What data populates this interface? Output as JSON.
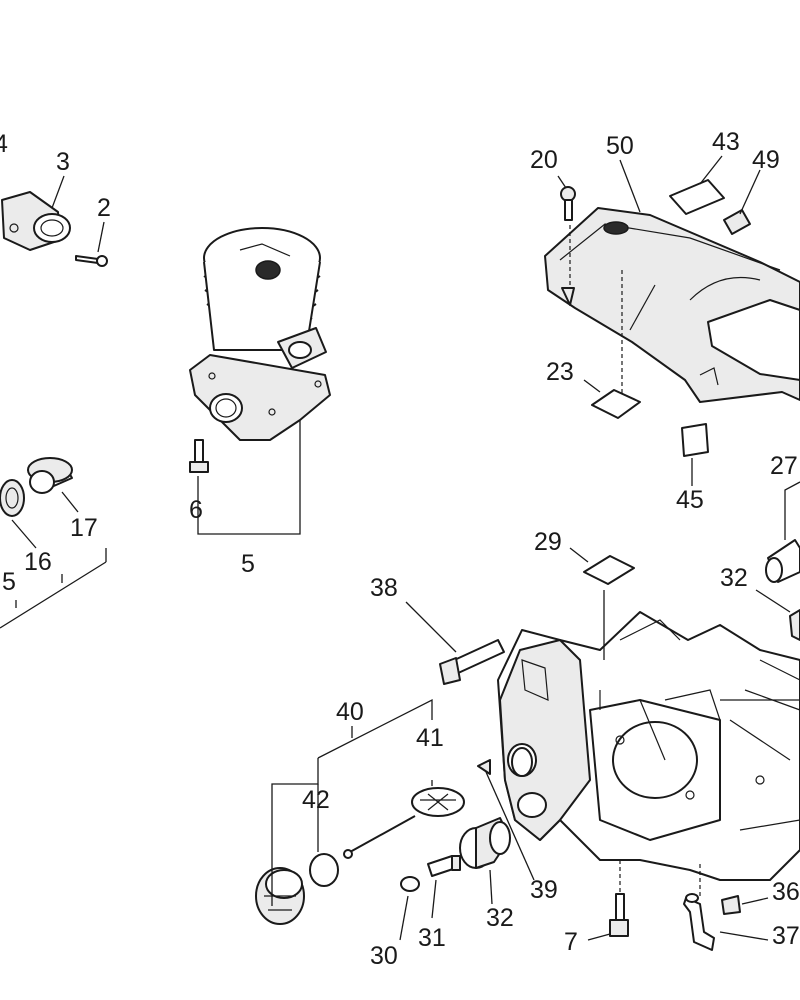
{
  "callouts": {
    "c4": "4",
    "c3": "3",
    "c2": "2",
    "c20": "20",
    "c50": "50",
    "c43": "43",
    "c49": "49",
    "c23": "23",
    "c45": "45",
    "c27": "27",
    "c6": "6",
    "c5_cyl": "5",
    "c17": "17",
    "c16": "16",
    "c5_left": "5",
    "c29": "29",
    "c32_top": "32",
    "c38": "38",
    "c40": "40",
    "c41": "41",
    "c42": "42",
    "c39": "39",
    "c32_bottom": "32",
    "c31": "31",
    "c30": "30",
    "c7": "7",
    "c36": "36",
    "c37": "37"
  }
}
